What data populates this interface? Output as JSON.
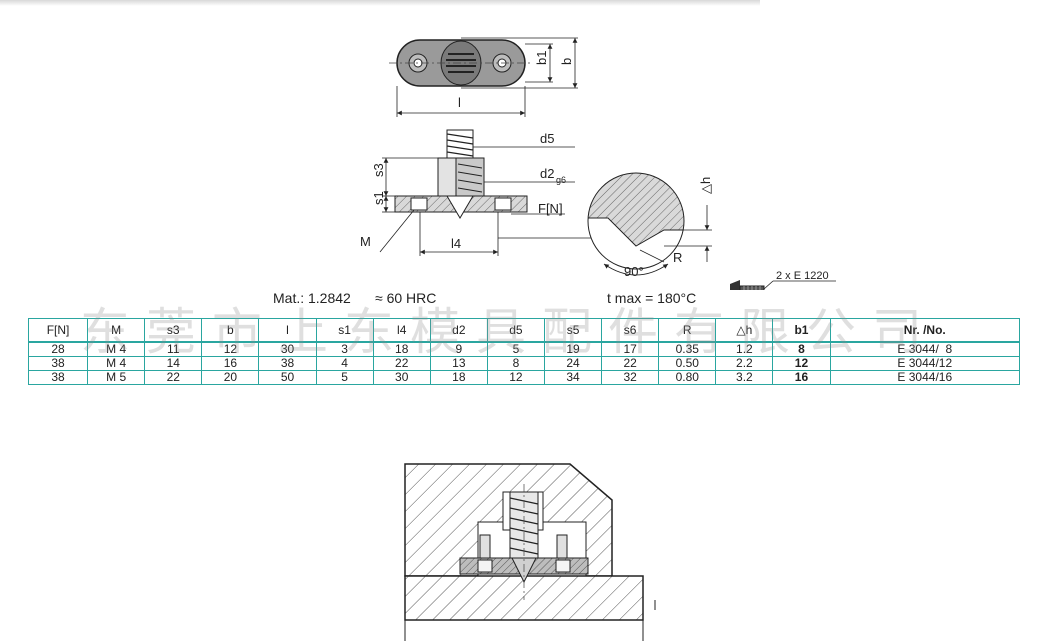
{
  "top_view": {
    "dim_b1": "b1",
    "dim_b": "b",
    "dim_l": "l"
  },
  "side_view": {
    "dim_d5": "d5",
    "dim_d2": "d2",
    "dim_d2_tol": "g6",
    "dim_s3": "s3",
    "dim_s1": "s1",
    "label_F": "F[N]",
    "label_M": "M",
    "dim_l4": "l4"
  },
  "detail_view": {
    "dim_dh": "△h",
    "dim_R": "R",
    "angle": "90°"
  },
  "screw": {
    "label": "2 x E 1220"
  },
  "material": {
    "mat": "Mat.: 1.2842",
    "hardness": "≈ 60 HRC",
    "tmax": "t max = 180°C"
  },
  "watermark": "东莞市上东模具配件有限公司",
  "table": {
    "headers": [
      "F[N]",
      "M",
      "s3",
      "b",
      "l",
      "s1",
      "l4",
      "d2",
      "d5",
      "s5",
      "s6",
      "R",
      "△h",
      "b1",
      "Nr. /No."
    ],
    "rows": [
      [
        "28",
        "M 4",
        "11",
        "12",
        "30",
        "3",
        "18",
        "9",
        "5",
        "19",
        "17",
        "0.35",
        "1.2",
        "8",
        "E 3044/  8"
      ],
      [
        "38",
        "M 4",
        "14",
        "16",
        "38",
        "4",
        "22",
        "13",
        "8",
        "24",
        "22",
        "0.50",
        "2.2",
        "12",
        "E 3044/12"
      ],
      [
        "38",
        "M 5",
        "22",
        "20",
        "50",
        "5",
        "30",
        "18",
        "12",
        "34",
        "32",
        "0.80",
        "3.2",
        "16",
        "E 3044/16"
      ]
    ]
  }
}
